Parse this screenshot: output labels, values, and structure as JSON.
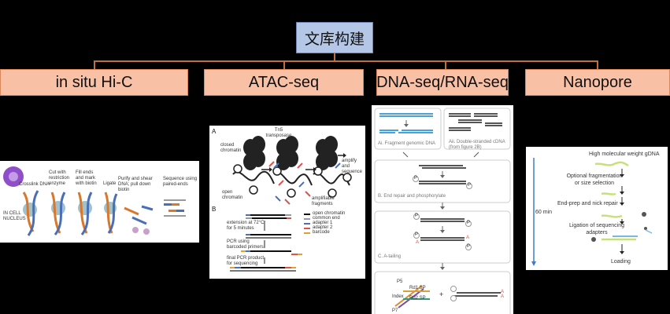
{
  "root": {
    "title": "文库构建"
  },
  "categories": [
    {
      "label": "in situ Hi-C"
    },
    {
      "label": "ATAC-seq"
    },
    {
      "label": "DNA-seq/RNA-seq"
    },
    {
      "label": "Nanopore"
    }
  ],
  "hic": {
    "steps": [
      "Crosslink DNA",
      "Cut with restriction enzyme",
      "Fill ends and mark with biotin",
      "Ligate",
      "Purify and shear DNA; pull down biotin",
      "Sequence using paired-ends"
    ],
    "nucleus_label": "IN CELL NUCLEUS"
  },
  "atac": {
    "panel_a": "A",
    "panel_b": "B",
    "tn5": "Tn5 transposase",
    "closed": "closed chromatin",
    "open": "open chromatin",
    "amplify": "amplify and sequence",
    "amplifiable": "amplifiable fragments",
    "legend": [
      "open chromatin",
      "common end",
      "adapter 1",
      "adapter 2",
      "barcode"
    ],
    "legend_colors": [
      "#111111",
      "#999999",
      "#4b6fb5",
      "#d9534f",
      "#e0a030"
    ],
    "steps": [
      "extension at 72°C for 5 minutes",
      "PCR using barcoded primers",
      "final PCR product for sequencing"
    ]
  },
  "dna": {
    "step_ai": "Ai. Fragment genomic DNA",
    "step_aii": "Aii. Double-stranded cDNA (from figure 2B)",
    "step_b": "B. End repair and phosphorylate",
    "step_c": "C. A-tailing",
    "p_label": "P",
    "a_label": "A",
    "adapter_labels": [
      "P5",
      "Rd1 SP",
      "Index",
      "Rd2 SP",
      "P7"
    ],
    "plus": "+"
  },
  "nanopore": {
    "time": "60 min",
    "steps": [
      "High molecular weight gDNA",
      "Optional fragmentation or size selection",
      "End-prep and nick repair",
      "Ligation of sequencing adapters",
      "Loading"
    ]
  }
}
